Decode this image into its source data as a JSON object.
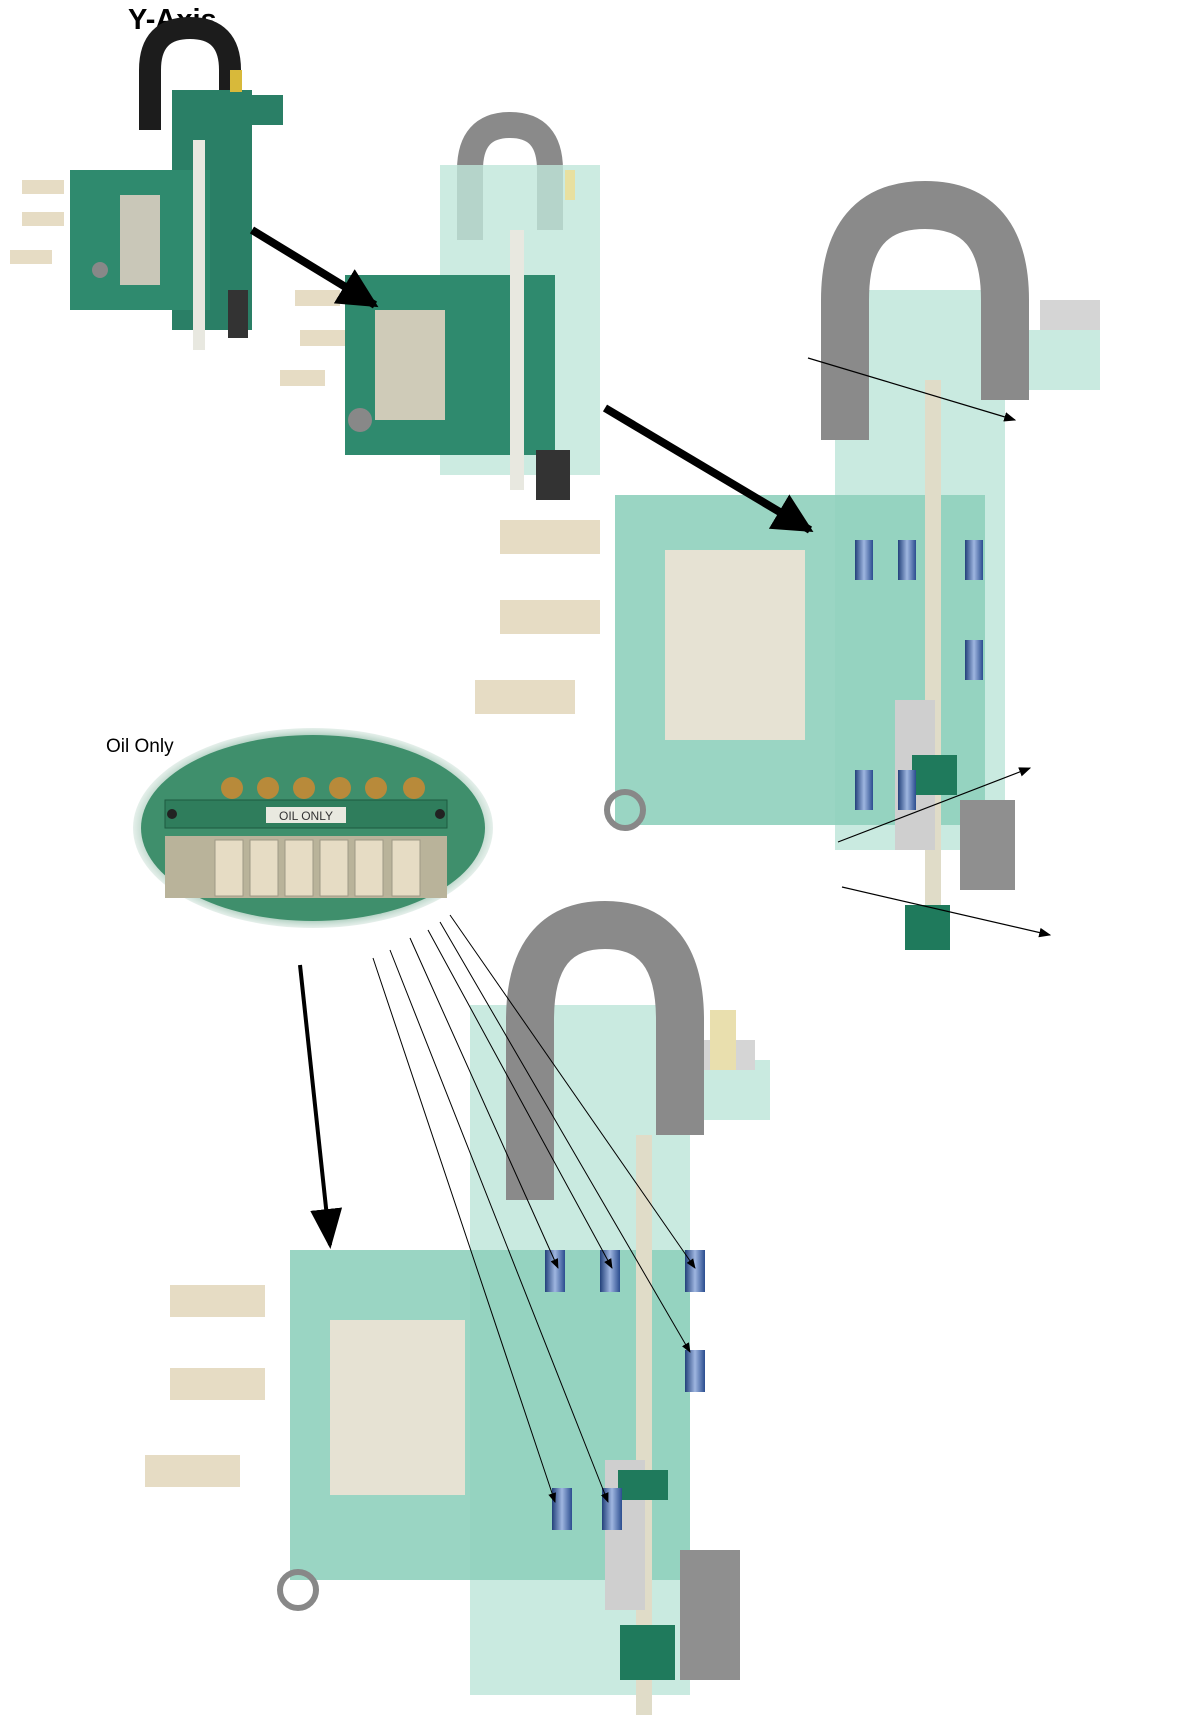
{
  "diagram": {
    "title": "Y-Axis",
    "oil_callout": "Oil Only",
    "manifold_label": "OIL ONLY"
  },
  "colors": {
    "assembly_green": "#2f8a6e",
    "assembly_green_light": "#8fd0bd",
    "cable_carrier_dark": "#1a1a1a",
    "cable_carrier_grey": "#8a8a8a",
    "oval_green": "#3f8f6c",
    "bearing_blue": "#3b5fa8",
    "fitting_beige": "#e6dcc4"
  }
}
